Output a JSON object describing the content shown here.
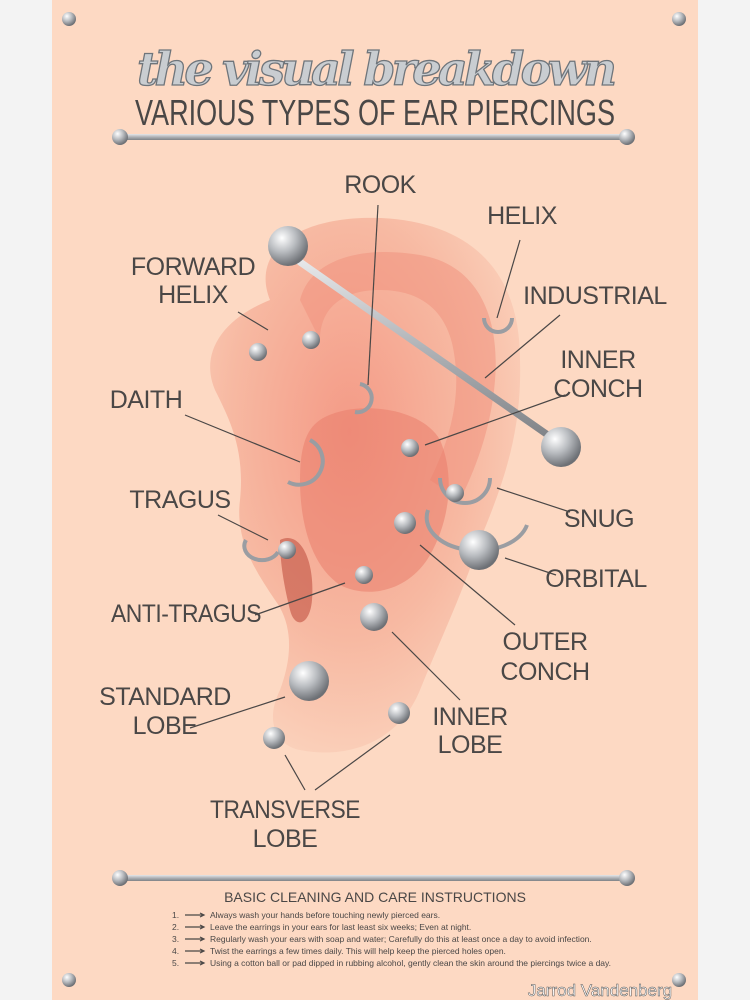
{
  "title": {
    "script": "the visual breakdown",
    "subtitle": "VARIOUS TYPES OF EAR PIERCINGS"
  },
  "labels": {
    "rook": [
      "ROOK"
    ],
    "helix": [
      "HELIX"
    ],
    "forward_helix": [
      "FORWARD",
      "HELIX"
    ],
    "industrial": [
      "INDUSTRIAL"
    ],
    "inner_conch": [
      "INNER",
      "CONCH"
    ],
    "daith": [
      "DAITH"
    ],
    "tragus": [
      "TRAGUS"
    ],
    "snug": [
      "SNUG"
    ],
    "orbital": [
      "ORBITAL"
    ],
    "anti_tragus": [
      "ANTI-TRAGUS"
    ],
    "outer_conch": [
      "OUTER",
      "CONCH"
    ],
    "standard_lobe": [
      "STANDARD",
      "LOBE"
    ],
    "inner_lobe": [
      "INNER",
      "LOBE"
    ],
    "transverse_lobe": [
      "TRANSVERSE",
      "LOBE"
    ]
  },
  "care": {
    "heading": "BASIC CLEANING AND CARE INSTRUCTIONS",
    "items": [
      {
        "num": "1.",
        "text": "Always wash your hands before touching newly pierced ears."
      },
      {
        "num": "2.",
        "text": "Leave the earrings in your ears for last least six weeks; Even at night."
      },
      {
        "num": "3.",
        "text": "Regularly wash your ears with soap and water; Carefully do this at least once a day to avoid infection."
      },
      {
        "num": "4.",
        "text": "Twist the earrings a few times daily. This will help keep the pierced holes open."
      },
      {
        "num": "5.",
        "text": "Using a cotton ball or pad dipped in rubbing alcohol, gently clean the skin around the piercings twice a day."
      }
    ]
  },
  "watermark": "Jarrod Vandenberg",
  "colors": {
    "poster": "#fdd9c3",
    "skin": "#f6b79f",
    "metal": "#a9acb0",
    "text": "#4a4746"
  }
}
